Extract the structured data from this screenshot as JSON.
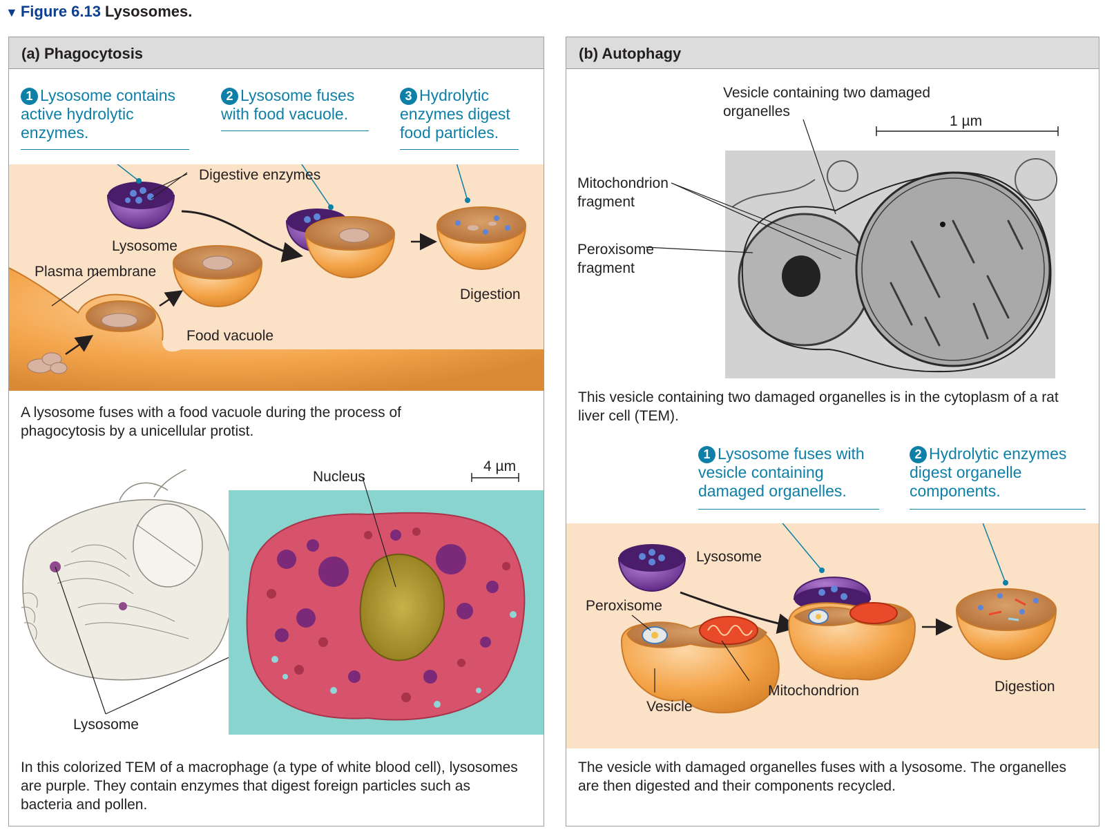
{
  "figure": {
    "marker": "▼",
    "number": "Figure 6.13",
    "title": "Lysosomes."
  },
  "panel_a": {
    "title": "(a) Phagocytosis",
    "steps": [
      {
        "n": "1",
        "text": "Lysosome contains active hydrolytic enzymes."
      },
      {
        "n": "2",
        "text": "Lysosome fuses with food vacuole."
      },
      {
        "n": "3",
        "text": "Hydrolytic enzymes digest food particles."
      }
    ],
    "labels": {
      "digestive_enzymes": "Digestive enzymes",
      "lysosome": "Lysosome",
      "plasma_membrane": "Plasma membrane",
      "food_vacuole": "Food vacuole",
      "digestion": "Digestion"
    },
    "caption": "A lysosome fuses with a food vacuole during the process of phagocytosis by a unicellular protist.",
    "tem": {
      "nucleus": "Nucleus",
      "scale": "4 µm",
      "lysosome": "Lysosome"
    },
    "tem_caption": "In this colorized TEM of a macrophage (a type of white blood cell), lysosomes are purple. They contain enzymes that digest foreign particles such as bacteria and pollen."
  },
  "panel_b": {
    "title": "(b) Autophagy",
    "tem_labels": {
      "vesicle": "Vesicle containing two damaged organelles",
      "scale": "1 µm",
      "mitochondrion_fragment": "Mitochondrion fragment",
      "peroxisome_fragment": "Peroxisome fragment"
    },
    "tem_caption": "This vesicle containing two damaged organelles is in the cytoplasm of a rat liver cell (TEM).",
    "steps": [
      {
        "n": "1",
        "text": "Lysosome fuses with vesicle containing damaged organelles."
      },
      {
        "n": "2",
        "text": "Hydrolytic enzymes digest organelle components."
      }
    ],
    "labels": {
      "lysosome": "Lysosome",
      "peroxisome": "Peroxisome",
      "vesicle": "Vesicle",
      "mitochondrion": "Mitochondrion",
      "digestion": "Digestion"
    },
    "caption": "The vesicle with damaged organelles fuses with a lysosome. The organelles are then digested and their components recycled."
  },
  "colors": {
    "step_blue": "#0e7fa6",
    "title_blue": "#0b3f8f",
    "peach_bg": "#fbe1c6",
    "orange_vesicle": "#f4a347",
    "purple_lysosome": "#7b3fa0",
    "tem_cyan": "#7fd0cc",
    "tem_cell": "#d6536b",
    "tem_nucleus": "#b59a2a"
  }
}
